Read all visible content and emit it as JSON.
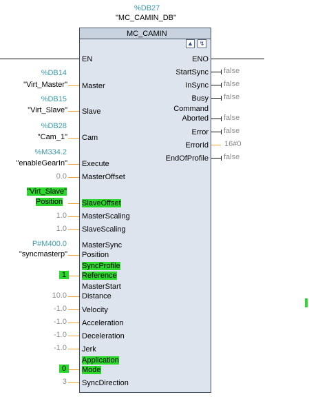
{
  "instance_db": "%DB27",
  "instance_name": "\"MC_CAMIN_DB\"",
  "block_title": "MC_CAMIN",
  "icons": [
    "db-icon",
    "settings-icon"
  ],
  "inputs": [
    {
      "pin": "EN",
      "addr": "",
      "value": ""
    },
    {
      "pin": "Master",
      "addr": "%DB14",
      "value": "\"Virt_Master\""
    },
    {
      "pin": "Slave",
      "addr": "%DB15",
      "value": "\"Virt_Slave\""
    },
    {
      "pin": "Cam",
      "addr": "%DB28",
      "value": "\"Cam_1\""
    },
    {
      "pin": "Execute",
      "addr": "%M334.2",
      "value": "\"enableGearIn\""
    },
    {
      "pin": "MasterOffset",
      "value": "0.0"
    },
    {
      "pin": "SlaveOffset",
      "value_line1": "\"Virt_Slave\"",
      "value_line2": "Position"
    },
    {
      "pin": "MasterScaling",
      "value": "1.0"
    },
    {
      "pin": "SlaveScaling",
      "value": "1.0"
    },
    {
      "pin_line1": "MasterSync",
      "pin_line2": "Position",
      "addr": "P#M400.0",
      "value": "\"syncmasterp\""
    },
    {
      "pin_line1": "SyncProfile",
      "pin_line2": "Reference",
      "value": "1"
    },
    {
      "pin_line1": "MasterStart",
      "pin_line2": "Distance",
      "value": "10.0"
    },
    {
      "pin": "Velocity",
      "value": "-1.0"
    },
    {
      "pin": "Acceleration",
      "value": "-1.0"
    },
    {
      "pin": "Deceleration",
      "value": "-1.0"
    },
    {
      "pin": "Jerk",
      "value": "-1.0"
    },
    {
      "pin_line1": "Application",
      "pin_line2": "Mode",
      "value": "0"
    },
    {
      "pin": "SyncDirection",
      "value": "3"
    }
  ],
  "outputs": [
    {
      "pin": "ENO",
      "value": ""
    },
    {
      "pin": "StartSync",
      "value": "false"
    },
    {
      "pin": "InSync",
      "value": "false"
    },
    {
      "pin": "Busy",
      "value": "false"
    },
    {
      "pin_line1": "Command",
      "pin_line2": "Aborted",
      "value": "false"
    },
    {
      "pin": "Error",
      "value": "false"
    },
    {
      "pin": "ErrorId",
      "value": "16#0"
    },
    {
      "pin": "EndOfProfile",
      "value": "false"
    }
  ],
  "colors": {
    "block_bg": "#dde4ed",
    "highlight": "#2bd82b",
    "address": "#3a9aa8",
    "wire": "#f0a030"
  }
}
